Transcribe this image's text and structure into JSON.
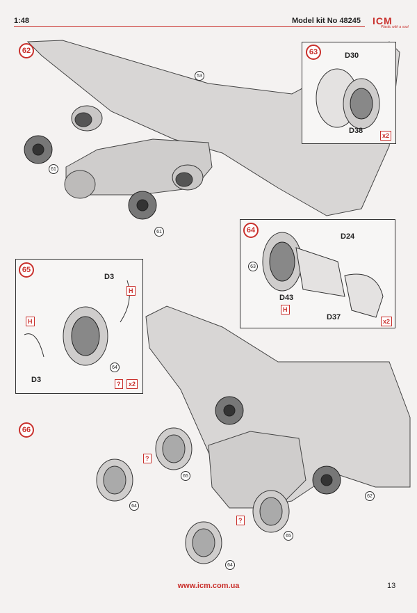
{
  "header": {
    "scale": "1:48",
    "kit": "Model kit No 48245",
    "logo": "ICM",
    "logo_tagline": "Plastic with a soul"
  },
  "steps": {
    "s62": "62",
    "s63": "63",
    "s64": "64",
    "s65": "65",
    "s66": "66"
  },
  "parts": {
    "p53": "53",
    "p61a": "61",
    "p61b": "61",
    "d30": "D30",
    "d38": "D38",
    "x2_63": "x2",
    "p63": "63",
    "d24": "D24",
    "d43": "D43",
    "h64": "H",
    "d37": "D37",
    "x2_64": "x2",
    "d3a": "D3",
    "d3b": "D3",
    "h65a": "H",
    "h65b": "H",
    "q65": "?",
    "x2_65": "x2",
    "p64_65": "64",
    "q66a": "?",
    "q66b": "?",
    "p65a": "65",
    "p64a": "64",
    "p64b": "64",
    "p65b": "65",
    "p62": "62"
  },
  "footer": {
    "url": "www.icm.com.ua",
    "page": "13"
  }
}
